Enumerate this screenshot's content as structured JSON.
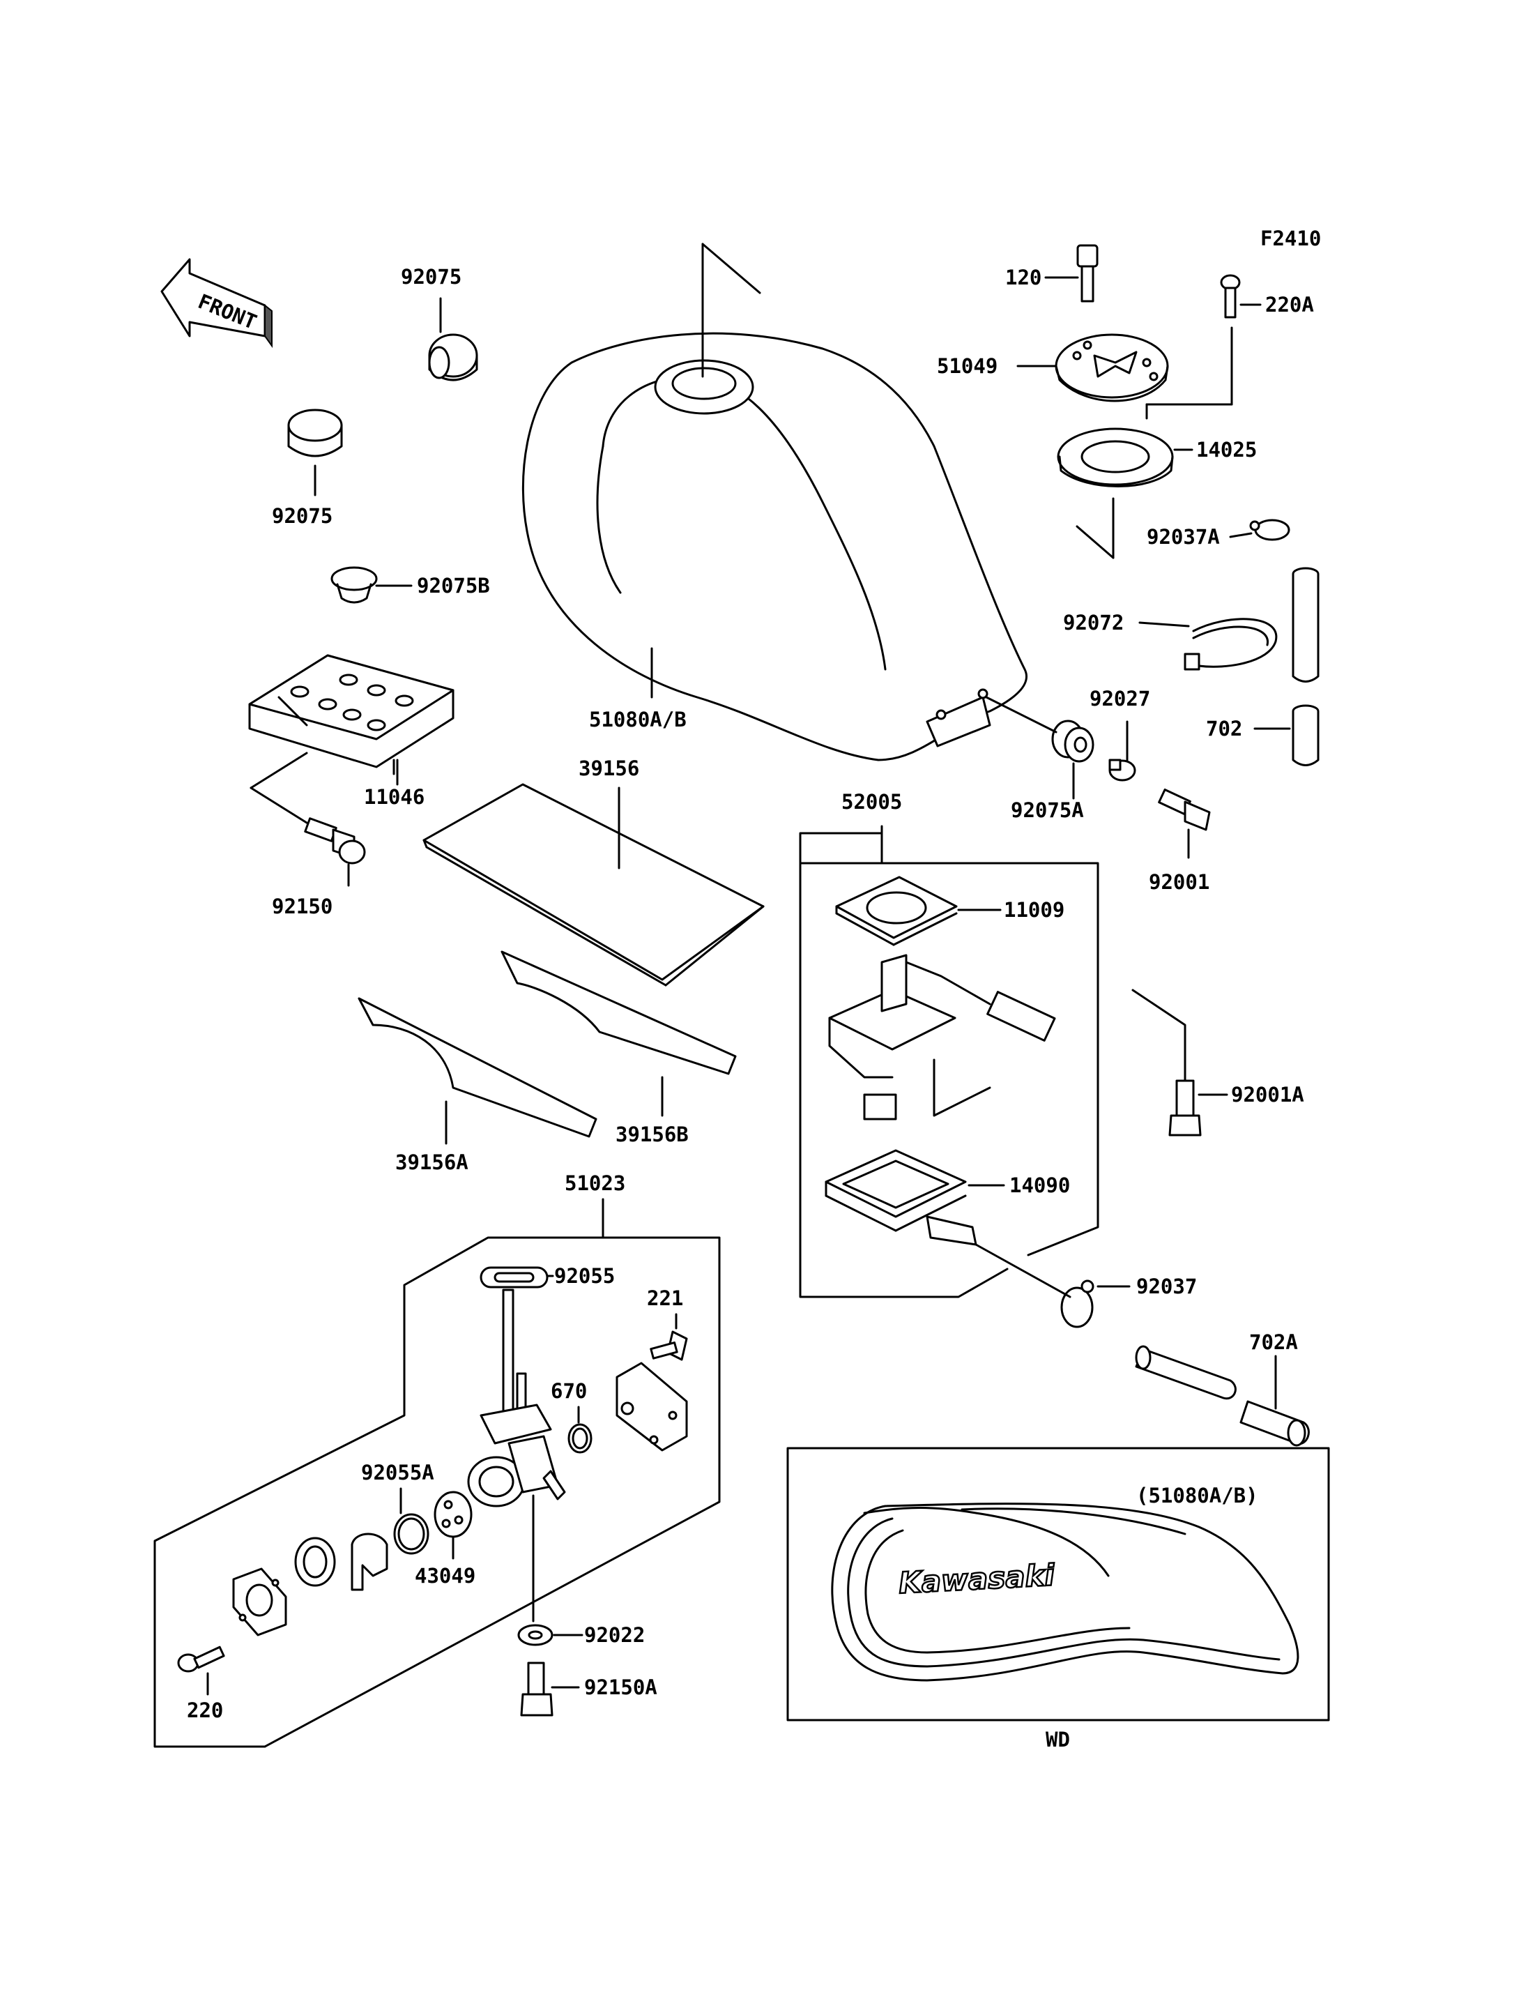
{
  "figure_code": "F2410",
  "front_arrow_label": "FRONT",
  "labels": {
    "p92075_top": "92075",
    "p92075_left": "92075",
    "p92075B": "92075B",
    "p11046": "11046",
    "p92150": "92150",
    "p51080AB": "51080A/B",
    "p39156": "39156",
    "p39156A": "39156A",
    "p39156B": "39156B",
    "p51023": "51023",
    "p92055": "92055",
    "p221": "221",
    "p670": "670",
    "p92055A": "92055A",
    "p43049": "43049",
    "p92022": "92022",
    "p92150A": "92150A",
    "p220": "220",
    "p120": "120",
    "p220A": "220A",
    "p51049": "51049",
    "p14025": "14025",
    "p92037A": "92037A",
    "p92072": "92072",
    "p702": "702",
    "p92027": "92027",
    "p92075A": "92075A",
    "p92001": "92001",
    "p52005": "52005",
    "p11009": "11009",
    "p92001A": "92001A",
    "p14090": "14090",
    "p92037": "92037",
    "p702A": "702A"
  },
  "inset": {
    "ref_label": "(51080A/B)",
    "brand_text": "Kawasaki",
    "caption": "WD"
  }
}
